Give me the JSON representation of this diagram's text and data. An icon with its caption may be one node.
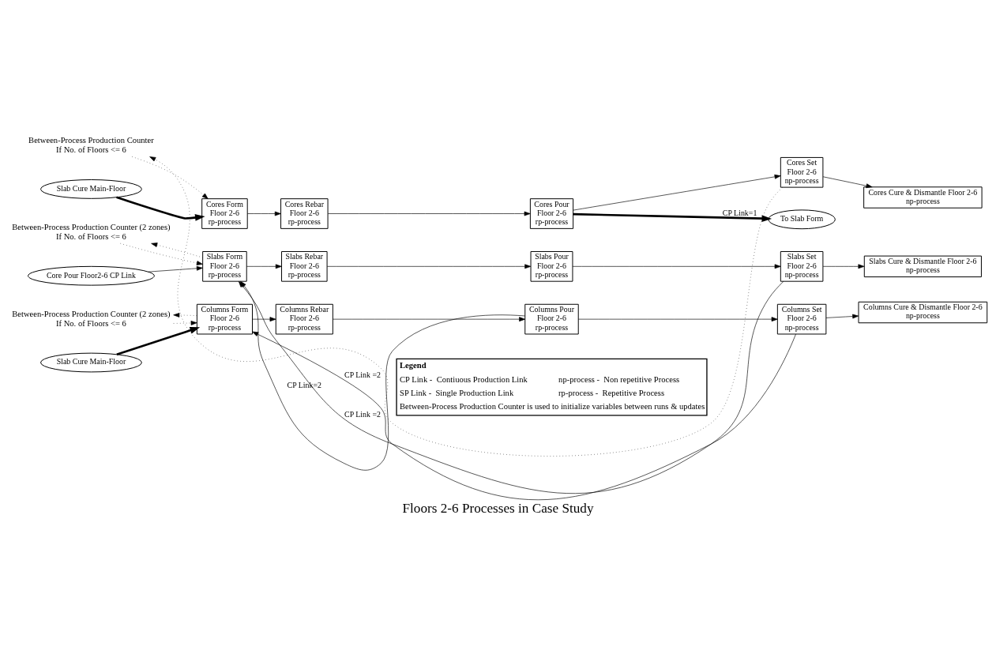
{
  "diagram": {
    "caption": "Floors 2-6 Processes in Case Study",
    "nodes": [
      {
        "text": [
          "Between-Process Production Counter",
          "If No. of Floors <= 6"
        ]
      },
      {
        "text": [
          "Cores Form",
          "Floor 2-6",
          "rp-process"
        ]
      },
      {
        "text": [
          "Slab Cure Main-Floor"
        ]
      },
      {
        "text": [
          "Cores Rebar",
          "Floor 2-6",
          "rp-process"
        ]
      },
      {
        "text": [
          "Cores Pour",
          "Floor 2-6",
          "rp-process"
        ]
      },
      {
        "text": [
          "Cores Set",
          "Floor 2-6",
          "np-process"
        ]
      },
      {
        "text": [
          "Cores Cure & Dismantle Floor 2-6",
          "np-process"
        ]
      },
      {
        "text": [
          "To Slab Form"
        ]
      },
      {
        "text": [
          "Between-Process Production Counter (2 zones)",
          "If No. of Floors <= 6"
        ]
      },
      {
        "text": [
          "Core Pour Floor2-6 CP Link"
        ]
      },
      {
        "text": [
          "Slabs Form",
          "Floor 2-6",
          "rp-process"
        ]
      },
      {
        "text": [
          "Slabs Rebar",
          "Floor 2-6",
          "rp-process"
        ]
      },
      {
        "text": [
          "Slabs Pour",
          "Floor 2-6",
          "rp-process"
        ]
      },
      {
        "text": [
          "Slabs Set",
          "Floor 2-6",
          "np-process"
        ]
      },
      {
        "text": [
          "Slabs Cure & Dismantle Floor 2-6",
          "np-process"
        ]
      },
      {
        "text": [
          "Between-Process Production Counter (2 zones)",
          "If No. of Floors <= 6"
        ]
      },
      {
        "text": [
          "Slab Cure Main-Floor"
        ]
      },
      {
        "text": [
          "Columns Form",
          "Floor 2-6",
          "rp-process"
        ]
      },
      {
        "text": [
          "Columns Rebar",
          "Floor 2-6",
          "rp-process"
        ]
      },
      {
        "text": [
          "Columns Pour",
          "Floor 2-6",
          "rp-process"
        ]
      },
      {
        "text": [
          "Columns Set",
          "Floor 2-6",
          "np-process"
        ]
      },
      {
        "text": [
          "Columns Cure & Dismantle Floor 2-6",
          "np-process"
        ]
      }
    ],
    "edges": [
      {
        "from": 0,
        "to": 1,
        "arrow": "to",
        "style": "dashed"
      },
      {
        "from": 2,
        "to": 1,
        "arrow": "to",
        "style": "thick"
      },
      {
        "from": 1,
        "to": 3,
        "arrow": "to"
      },
      {
        "from": 3,
        "to": 4,
        "arrow": "to"
      },
      {
        "from": 4,
        "to": 5,
        "arrow": "to"
      },
      {
        "from": 5,
        "to": 6,
        "arrow": "to"
      },
      {
        "from": 5,
        "to": 0,
        "arrow": "to",
        "style": "dashed"
      },
      {
        "from": 4,
        "to": 7,
        "arrow": "to",
        "style": "thick",
        "label": "CP Link=1"
      },
      {
        "from": 8,
        "to": 10,
        "arrow": "to",
        "style": "dashed"
      },
      {
        "from": 9,
        "to": 10,
        "arrow": "to"
      },
      {
        "from": 10,
        "to": 8,
        "arrow": "to",
        "style": "dashed"
      },
      {
        "from": 10,
        "to": 11,
        "arrow": "to"
      },
      {
        "from": 11,
        "to": 12,
        "arrow": "to"
      },
      {
        "from": 12,
        "to": 13,
        "arrow": "to"
      },
      {
        "from": 13,
        "to": 14,
        "arrow": "to"
      },
      {
        "from": 13,
        "to": 10,
        "arrow": "to",
        "label": "CP Link =2"
      },
      {
        "from": 19,
        "to": 10,
        "arrow": "to",
        "label": "CP Link=2"
      },
      {
        "from": 15,
        "to": 17,
        "arrow": "to",
        "style": "dashed"
      },
      {
        "from": 16,
        "to": 17,
        "arrow": "to",
        "style": "thick"
      },
      {
        "from": 17,
        "to": 15,
        "arrow": "to",
        "style": "dashed"
      },
      {
        "from": 17,
        "to": 18,
        "arrow": "to"
      },
      {
        "from": 18,
        "to": 19,
        "arrow": "to"
      },
      {
        "from": 19,
        "to": 20,
        "arrow": "to"
      },
      {
        "from": 20,
        "to": 21,
        "arrow": "to"
      },
      {
        "from": 20,
        "to": 17,
        "arrow": "to",
        "label": "CP Link =2"
      }
    ],
    "labels": [
      "Legend",
      "CP Link -  Contiuous Production Link",
      "np-process -  Non repetitive Process",
      "SP Link -  Single Production Link",
      "rp-process -  Repetitive Process",
      "Between-Process Production Counter is used to initialize variables between runs & updates"
    ]
  }
}
